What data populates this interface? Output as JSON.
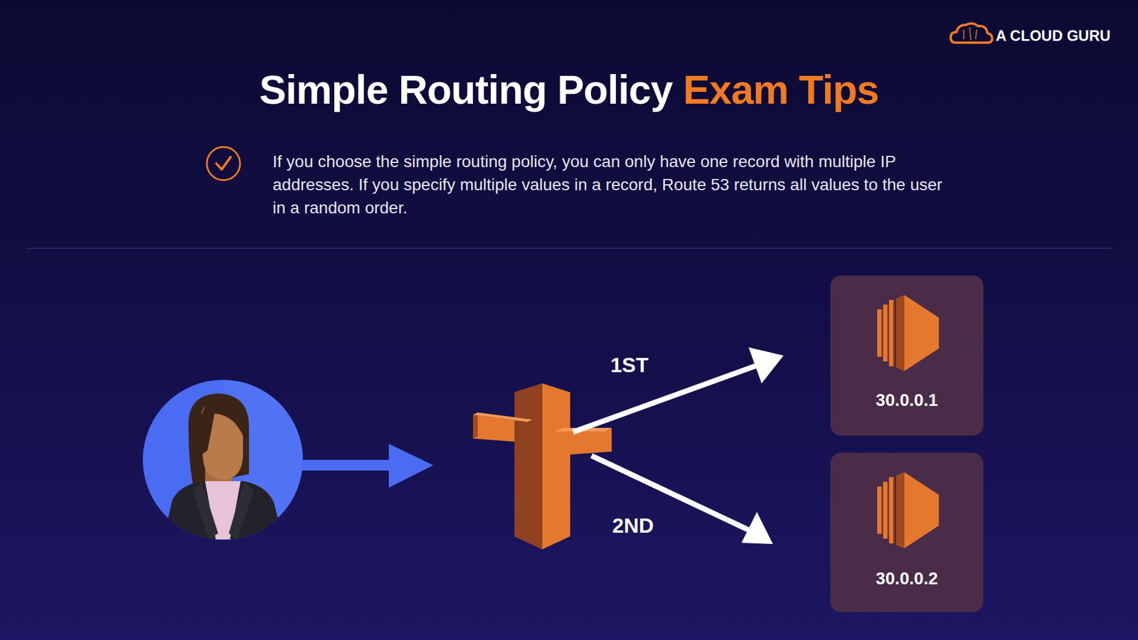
{
  "diagram": {
    "title": "Simple Routing Policy",
    "nodes": [
      {
        "text": [
          "30.0.0.1"
        ]
      },
      {
        "text": [
          "30.0.0.2"
        ]
      }
    ],
    "edges": [],
    "labels": [
      "Exam Tips",
      "A CLOUD GURU",
      "If you choose the simple routing policy, you can only have one record with multiple IP addresses. If you specify multiple values in a record, Route 53 returns all values to the user in a random order.",
      "1ST",
      "2ND"
    ]
  }
}
